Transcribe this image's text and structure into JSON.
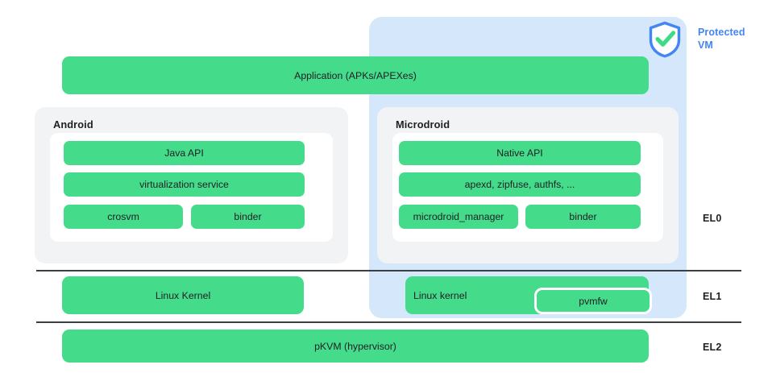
{
  "diagram": {
    "title": "Android Virtualization Framework protected VM architecture",
    "colors": {
      "green_block": "#44db8b",
      "protected_vm_fill": "#d4e7fb",
      "protected_vm_accent": "#4285f4",
      "os_panel_fill": "#f1f3f4",
      "inner_panel_fill": "#ffffff",
      "rule": "#3c4043",
      "text": "#202124"
    }
  },
  "protected_vm": {
    "label_line1": "Protected",
    "label_line2": "VM",
    "icon": "shield-check-icon"
  },
  "application": {
    "label": "Application (APKs/APEXes)"
  },
  "android_panel": {
    "title": "Android",
    "blocks": [
      {
        "label": "Java API"
      },
      {
        "label": "virtualization service"
      },
      {
        "label": "crosvm"
      },
      {
        "label": "binder"
      }
    ]
  },
  "microdroid_panel": {
    "title": "Microdroid",
    "blocks": [
      {
        "label": "Native API"
      },
      {
        "label": "apexd, zipfuse, authfs, ..."
      },
      {
        "label": "microdroid_manager"
      },
      {
        "label": "binder"
      }
    ]
  },
  "exception_levels": [
    {
      "label": "EL0"
    },
    {
      "label": "EL1"
    },
    {
      "label": "EL2"
    }
  ],
  "el1_row": {
    "android_kernel": "Linux Kernel",
    "microdroid_kernel": "Linux kernel",
    "pvmfw": "pvmfw"
  },
  "el2_row": {
    "hypervisor": "pKVM (hypervisor)"
  }
}
